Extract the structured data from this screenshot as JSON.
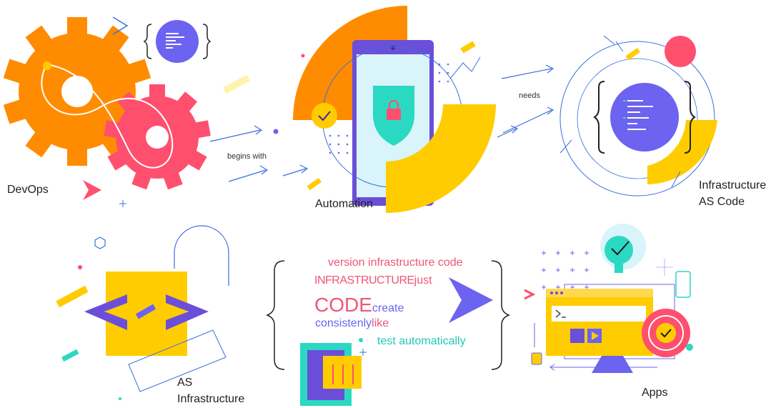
{
  "labels": {
    "devops": "DevOps",
    "begins_with": "begins with",
    "automation": "Automation",
    "needs": "needs",
    "iac_line1": "Infrastructure",
    "iac_line2": "AS Code",
    "as_line1": "AS",
    "as_line2": "Infrastructure",
    "apps": "Apps"
  },
  "word_cloud": {
    "w1": "version infrastructure code",
    "w2a": "INFRASTRUCTURE",
    "w2b": "just",
    "w3a": "CODE",
    "w3b": "create",
    "w4a": "consistenly",
    "w4b": "like",
    "w5": "test automatically"
  },
  "colors": {
    "orange": "#FF8C00",
    "pink": "#FF4F6E",
    "yellow": "#FFCC00",
    "purple": "#6B4FD8",
    "indigo": "#6C63F0",
    "teal": "#2BD9C2",
    "blue_line": "#3A6FE0",
    "cyan_light": "#D9F4FA",
    "word_pink": "#F0557A",
    "word_indigo": "#6C63F0",
    "word_teal": "#1FC8B8"
  }
}
